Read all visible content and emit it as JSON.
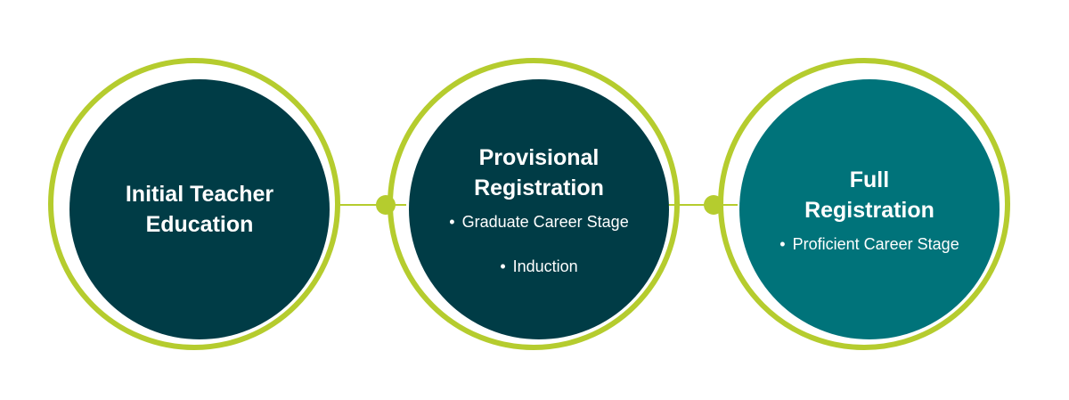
{
  "colors": {
    "ring": "#b5cc2e",
    "dark_teal": "#003c46",
    "teal": "#00737a",
    "text": "#ffffff"
  },
  "stages": [
    {
      "title": "Initial Teacher\nEducation",
      "bullets": []
    },
    {
      "title": "Provisional\nRegistration",
      "bullets": [
        "Graduate Career Stage",
        "Induction"
      ]
    },
    {
      "title": "Full\nRegistration",
      "bullets": [
        "Proficient Career Stage"
      ]
    }
  ]
}
